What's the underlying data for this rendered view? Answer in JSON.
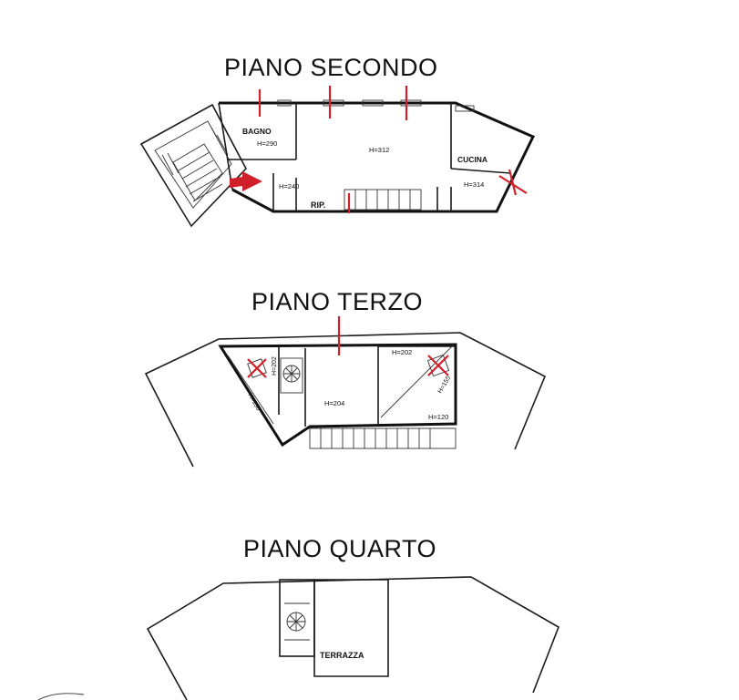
{
  "floors": {
    "secondo": {
      "title": "PIANO SECONDO",
      "rooms": {
        "bagno": "BAGNO",
        "cucina": "CUCINA",
        "rip": "RIP."
      },
      "heights": {
        "bagno": "H=290",
        "main": "H=312",
        "corridor": "H=240",
        "cucina": "H=314"
      }
    },
    "terzo": {
      "title": "PIANO TERZO",
      "heights": {
        "left_wall": "H=202",
        "left_slope": "H=130",
        "middle": "H=204",
        "right_top": "H=202",
        "right_slope": "H=155",
        "right_bottom": "H=120"
      }
    },
    "quarto": {
      "title": "PIANO QUARTO",
      "rooms": {
        "terrazza": "TERRAZZA"
      }
    }
  },
  "colors": {
    "annotation": "#d0202a",
    "lines": "#1a1a1a"
  }
}
